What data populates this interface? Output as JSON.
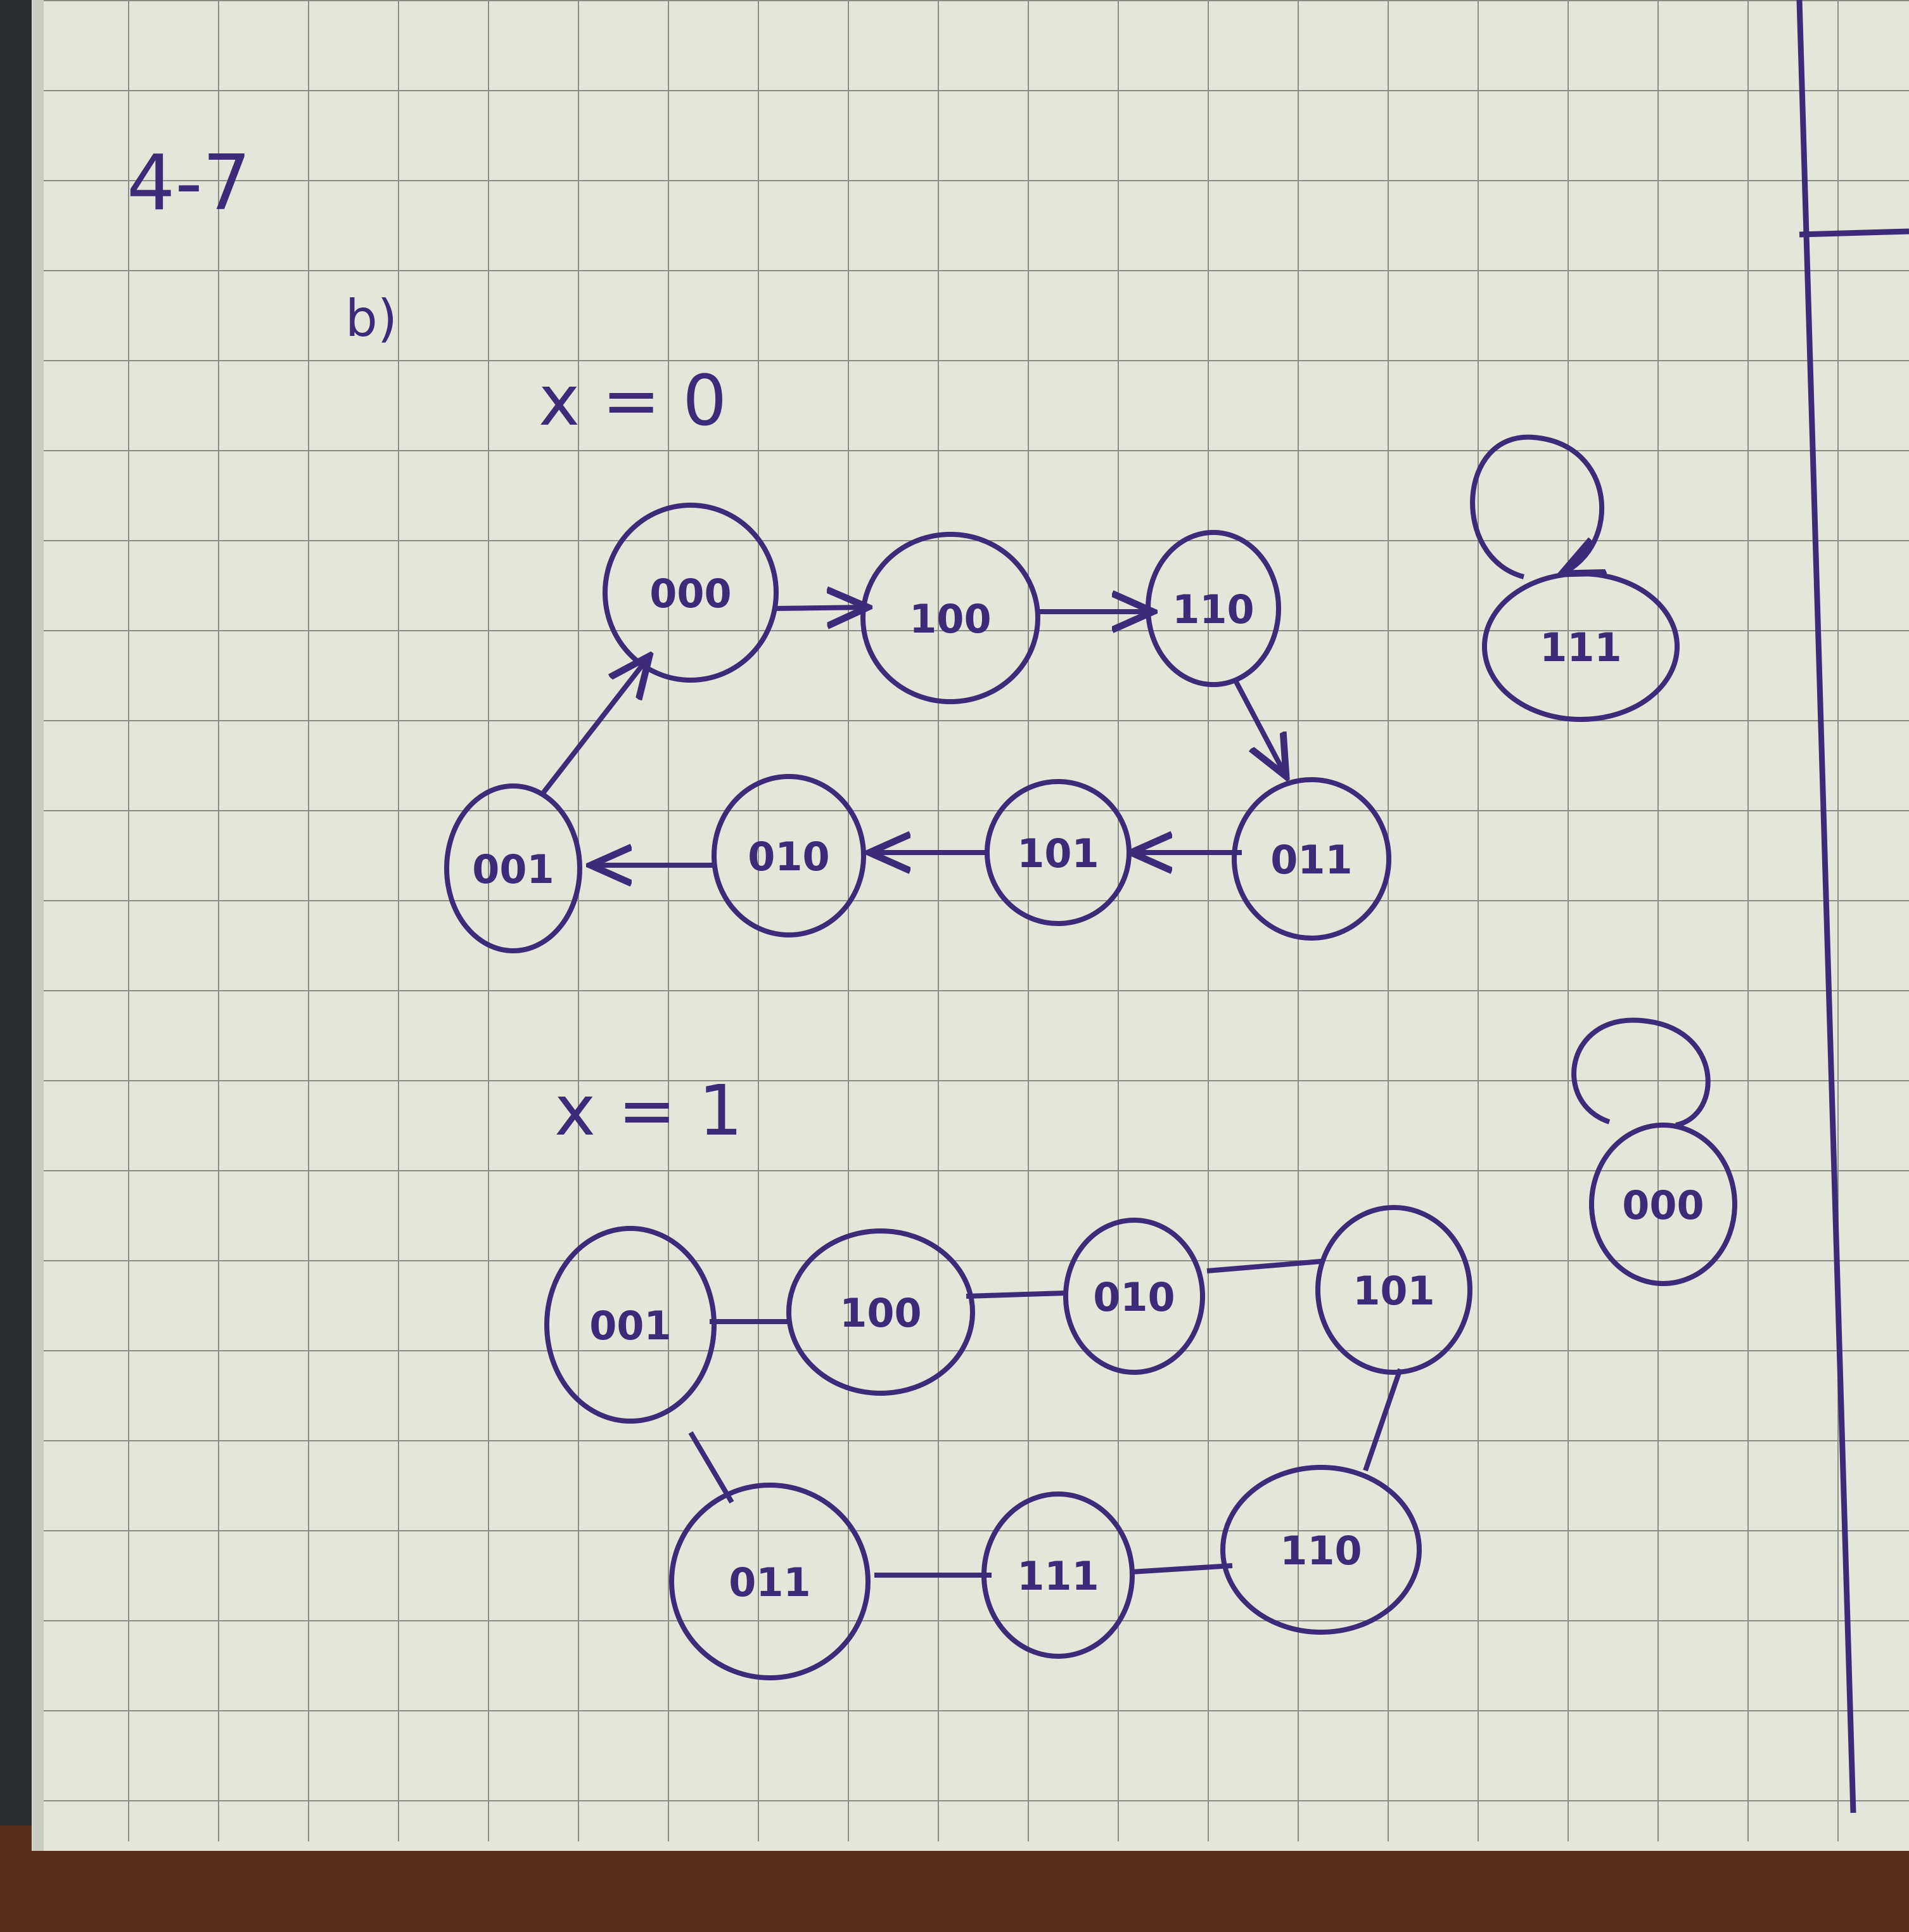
{
  "problem_number": "4-7",
  "part_label": "b)",
  "diagrams": [
    {
      "condition": "x = 0",
      "states": [
        "000",
        "100",
        "110",
        "111",
        "001",
        "010",
        "101",
        "011"
      ],
      "transitions": [
        [
          "000",
          "100"
        ],
        [
          "100",
          "110"
        ],
        [
          "110",
          "011"
        ],
        [
          "011",
          "101"
        ],
        [
          "101",
          "010"
        ],
        [
          "010",
          "001"
        ],
        [
          "001",
          "000"
        ],
        [
          "111",
          "111"
        ]
      ]
    },
    {
      "condition": "x = 1",
      "states": [
        "001",
        "100",
        "010",
        "101",
        "011",
        "111",
        "110",
        "000"
      ],
      "transitions": [
        [
          "001",
          "100"
        ],
        [
          "100",
          "010"
        ],
        [
          "010",
          "101"
        ],
        [
          "101",
          "110"
        ],
        [
          "110",
          "111"
        ],
        [
          "111",
          "011"
        ],
        [
          "011",
          "001"
        ],
        [
          "000",
          "000"
        ]
      ]
    }
  ],
  "colors": {
    "ink": "#3d2a78",
    "paper": "#e3e6d9",
    "grid": "#8a8d86",
    "desk": "#2a2b2e",
    "wood": "#5a2e1e"
  }
}
